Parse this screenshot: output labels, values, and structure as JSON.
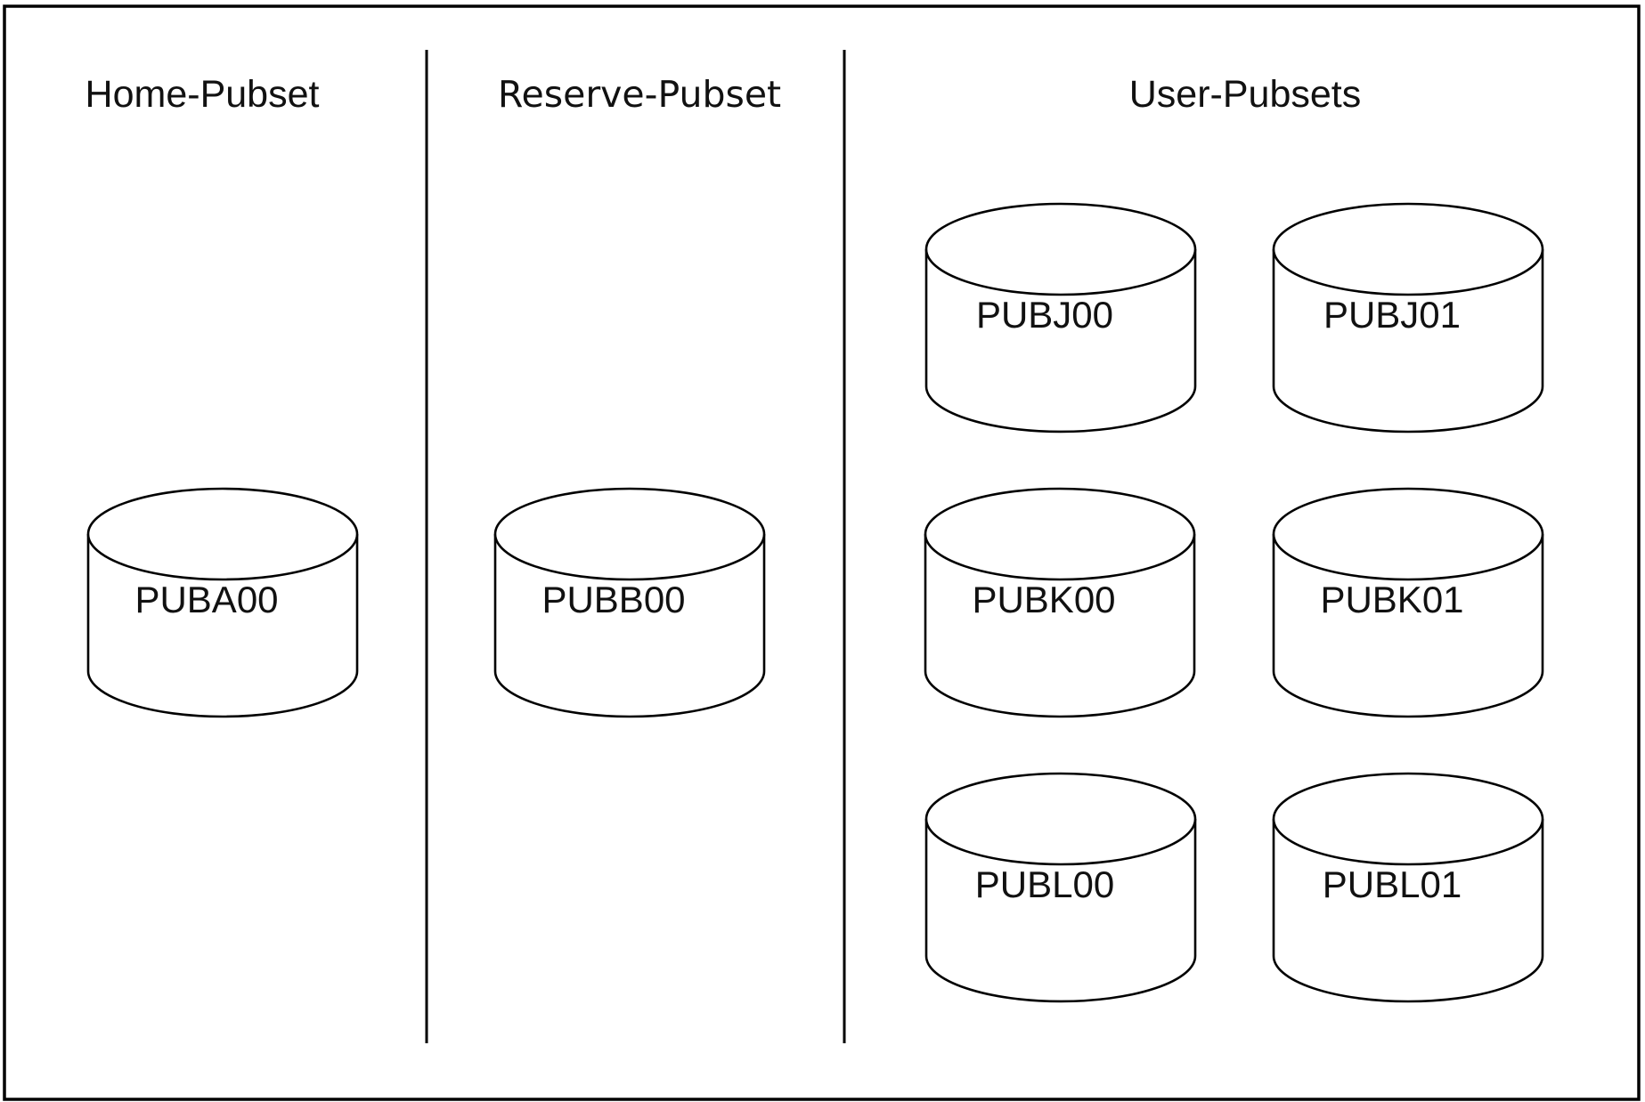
{
  "sections": [
    {
      "heading": "Home-Pubset",
      "volumes": [
        "PUBA00"
      ]
    },
    {
      "heading": "Reserve-Pubset",
      "volumes": [
        "PUBB00"
      ]
    },
    {
      "heading": "User-Pubsets",
      "volumes": [
        "PUBJ00",
        "PUBJ01",
        "PUBK00",
        "PUBK01",
        "PUBL00",
        "PUBL01"
      ]
    }
  ],
  "colors": {
    "stroke": "#000000",
    "background": "#ffffff",
    "text": "#111111"
  },
  "icons": {
    "volume": "disk-cylinder-icon"
  }
}
